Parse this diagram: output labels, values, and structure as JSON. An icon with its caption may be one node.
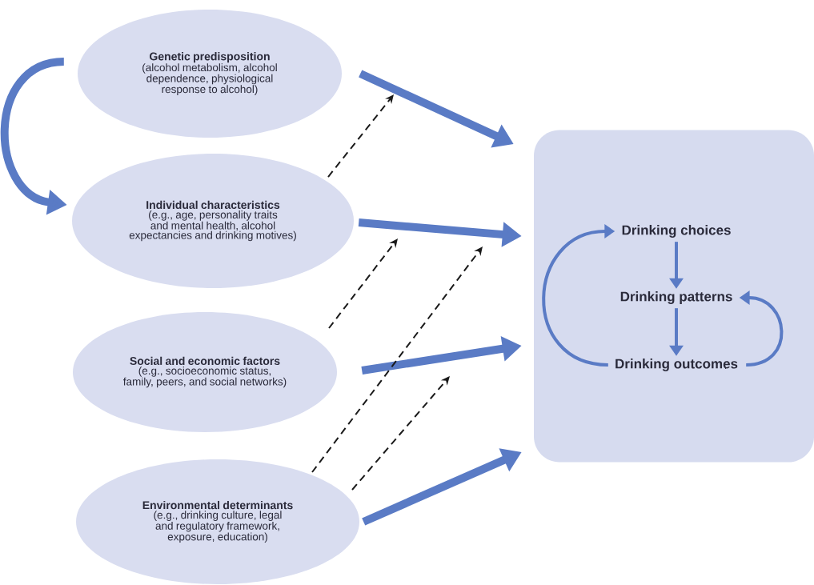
{
  "diagram": {
    "nodes": [
      {
        "text": [
          "Genetic predisposition",
          "(alcohol metabolism, alcohol dependence, physiological response to alcohol)"
        ]
      },
      {
        "text": [
          "Individual characteristics",
          "(e.g., age, personality traits and mental health, alcohol expectancies and drinking motives)"
        ]
      },
      {
        "text": [
          "Social and economic factors",
          "(e.g., socioeconomic status,  family, peers, and social networks)"
        ]
      },
      {
        "text": [
          "Environmental determinants",
          "(e.g., drinking culture, legal and regulatory framework, exposure, education)"
        ]
      },
      {
        "text": [],
        "shape": "box"
      },
      {
        "text": [
          "Drinking choices"
        ],
        "in": 4
      },
      {
        "text": [
          "Drinking patterns"
        ],
        "in": 4
      },
      {
        "text": [
          "Drinking outcomes"
        ],
        "in": 4
      }
    ],
    "edges": [
      {
        "from": 0,
        "to": 1,
        "arrow": "to",
        "style": "thick"
      },
      {
        "from": 0,
        "to": 4,
        "arrow": "to",
        "style": "thick"
      },
      {
        "from": 1,
        "to": 4,
        "arrow": "to",
        "style": "thick"
      },
      {
        "from": 2,
        "to": 4,
        "arrow": "to",
        "style": "thick"
      },
      {
        "from": 3,
        "to": 4,
        "arrow": "to",
        "style": "thick"
      },
      {
        "from": 1,
        "to": null,
        "arrow": "to",
        "style": "dashed",
        "color": "#1a1a1a"
      },
      {
        "from": 2,
        "to": null,
        "arrow": "to",
        "style": "dashed",
        "color": "#1a1a1a"
      },
      {
        "from": 3,
        "to": null,
        "arrow": "to",
        "style": "dashed",
        "color": "#1a1a1a"
      },
      {
        "from": 3,
        "to": null,
        "arrow": "to",
        "style": "dashed",
        "color": "#1a1a1a"
      },
      {
        "from": 5,
        "to": 6,
        "arrow": "to"
      },
      {
        "from": 6,
        "to": 7,
        "arrow": "to"
      },
      {
        "from": 7,
        "to": 5,
        "arrow": "to"
      },
      {
        "from": 7,
        "to": 6,
        "arrow": "to"
      }
    ]
  }
}
